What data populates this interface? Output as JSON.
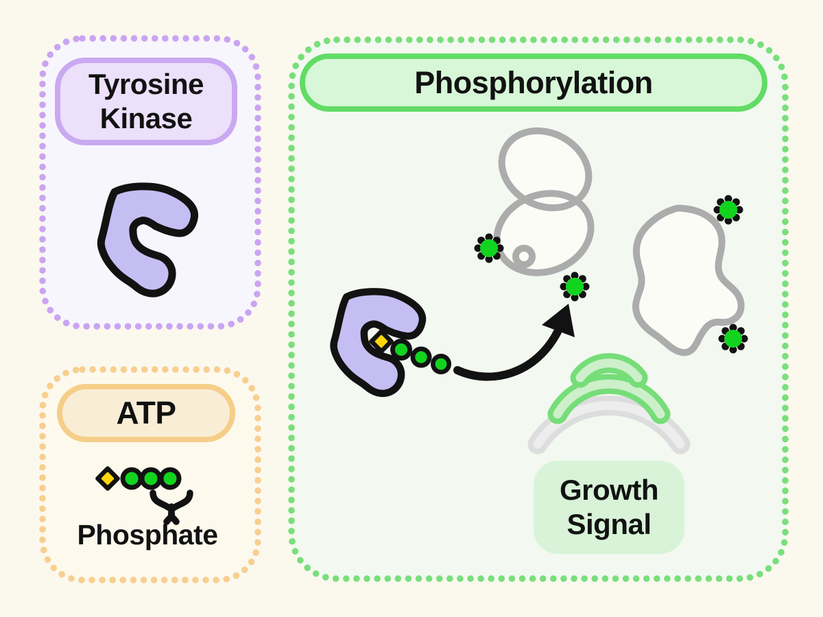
{
  "tyrosine_panel": {
    "title": "Tyrosine Kinase"
  },
  "atp_panel": {
    "title": "ATP",
    "phosphate_label": "Phosphate"
  },
  "phospho_panel": {
    "title": "Phosphorylation",
    "growth_label": "Growth Signal"
  },
  "icons": {
    "kinase": "kinase-enzyme-blob",
    "atp_molecule": "diamond-with-three-phosphates",
    "phosphate_burst": "green-phosphate-burst",
    "transfer_arrow": "curved-black-arrow",
    "signal_waves": "radiating-signal-arcs",
    "proteins": "gray-protein-outlines"
  },
  "colors": {
    "page_bg": "#FBF8EE",
    "ink": "#121212",
    "purple_dot": "#C9A5F1",
    "purple_panel_bg": "#F8F6FD",
    "purple_pill_bg": "#ECE0FA",
    "purple_pill_border": "#C9A9F1",
    "kinase_fill": "#C5BEF2",
    "orange_dot": "#F8CF90",
    "orange_panel_bg": "#FDF9EC",
    "orange_pill_bg": "#FAEDD6",
    "orange_pill_border": "#F5CE89",
    "green_dot": "#79DF7C",
    "green_panel_bg": "#F3F8F0",
    "green_pill_bg": "#D8F7D8",
    "green_pill_border": "#62DC66",
    "growth_box_bg": "#D8F3D8",
    "bright_green": "#12D41F",
    "yellow": "#FFD60B",
    "blob_stroke": "#ACACAC",
    "blob_fill": "#FCFCF7",
    "arc_green_border": "#76DD79",
    "arc_green_core": "#CDEFCA",
    "arc_gray_border": "#DDDDDD",
    "arc_gray_core": "#EDEDED"
  }
}
